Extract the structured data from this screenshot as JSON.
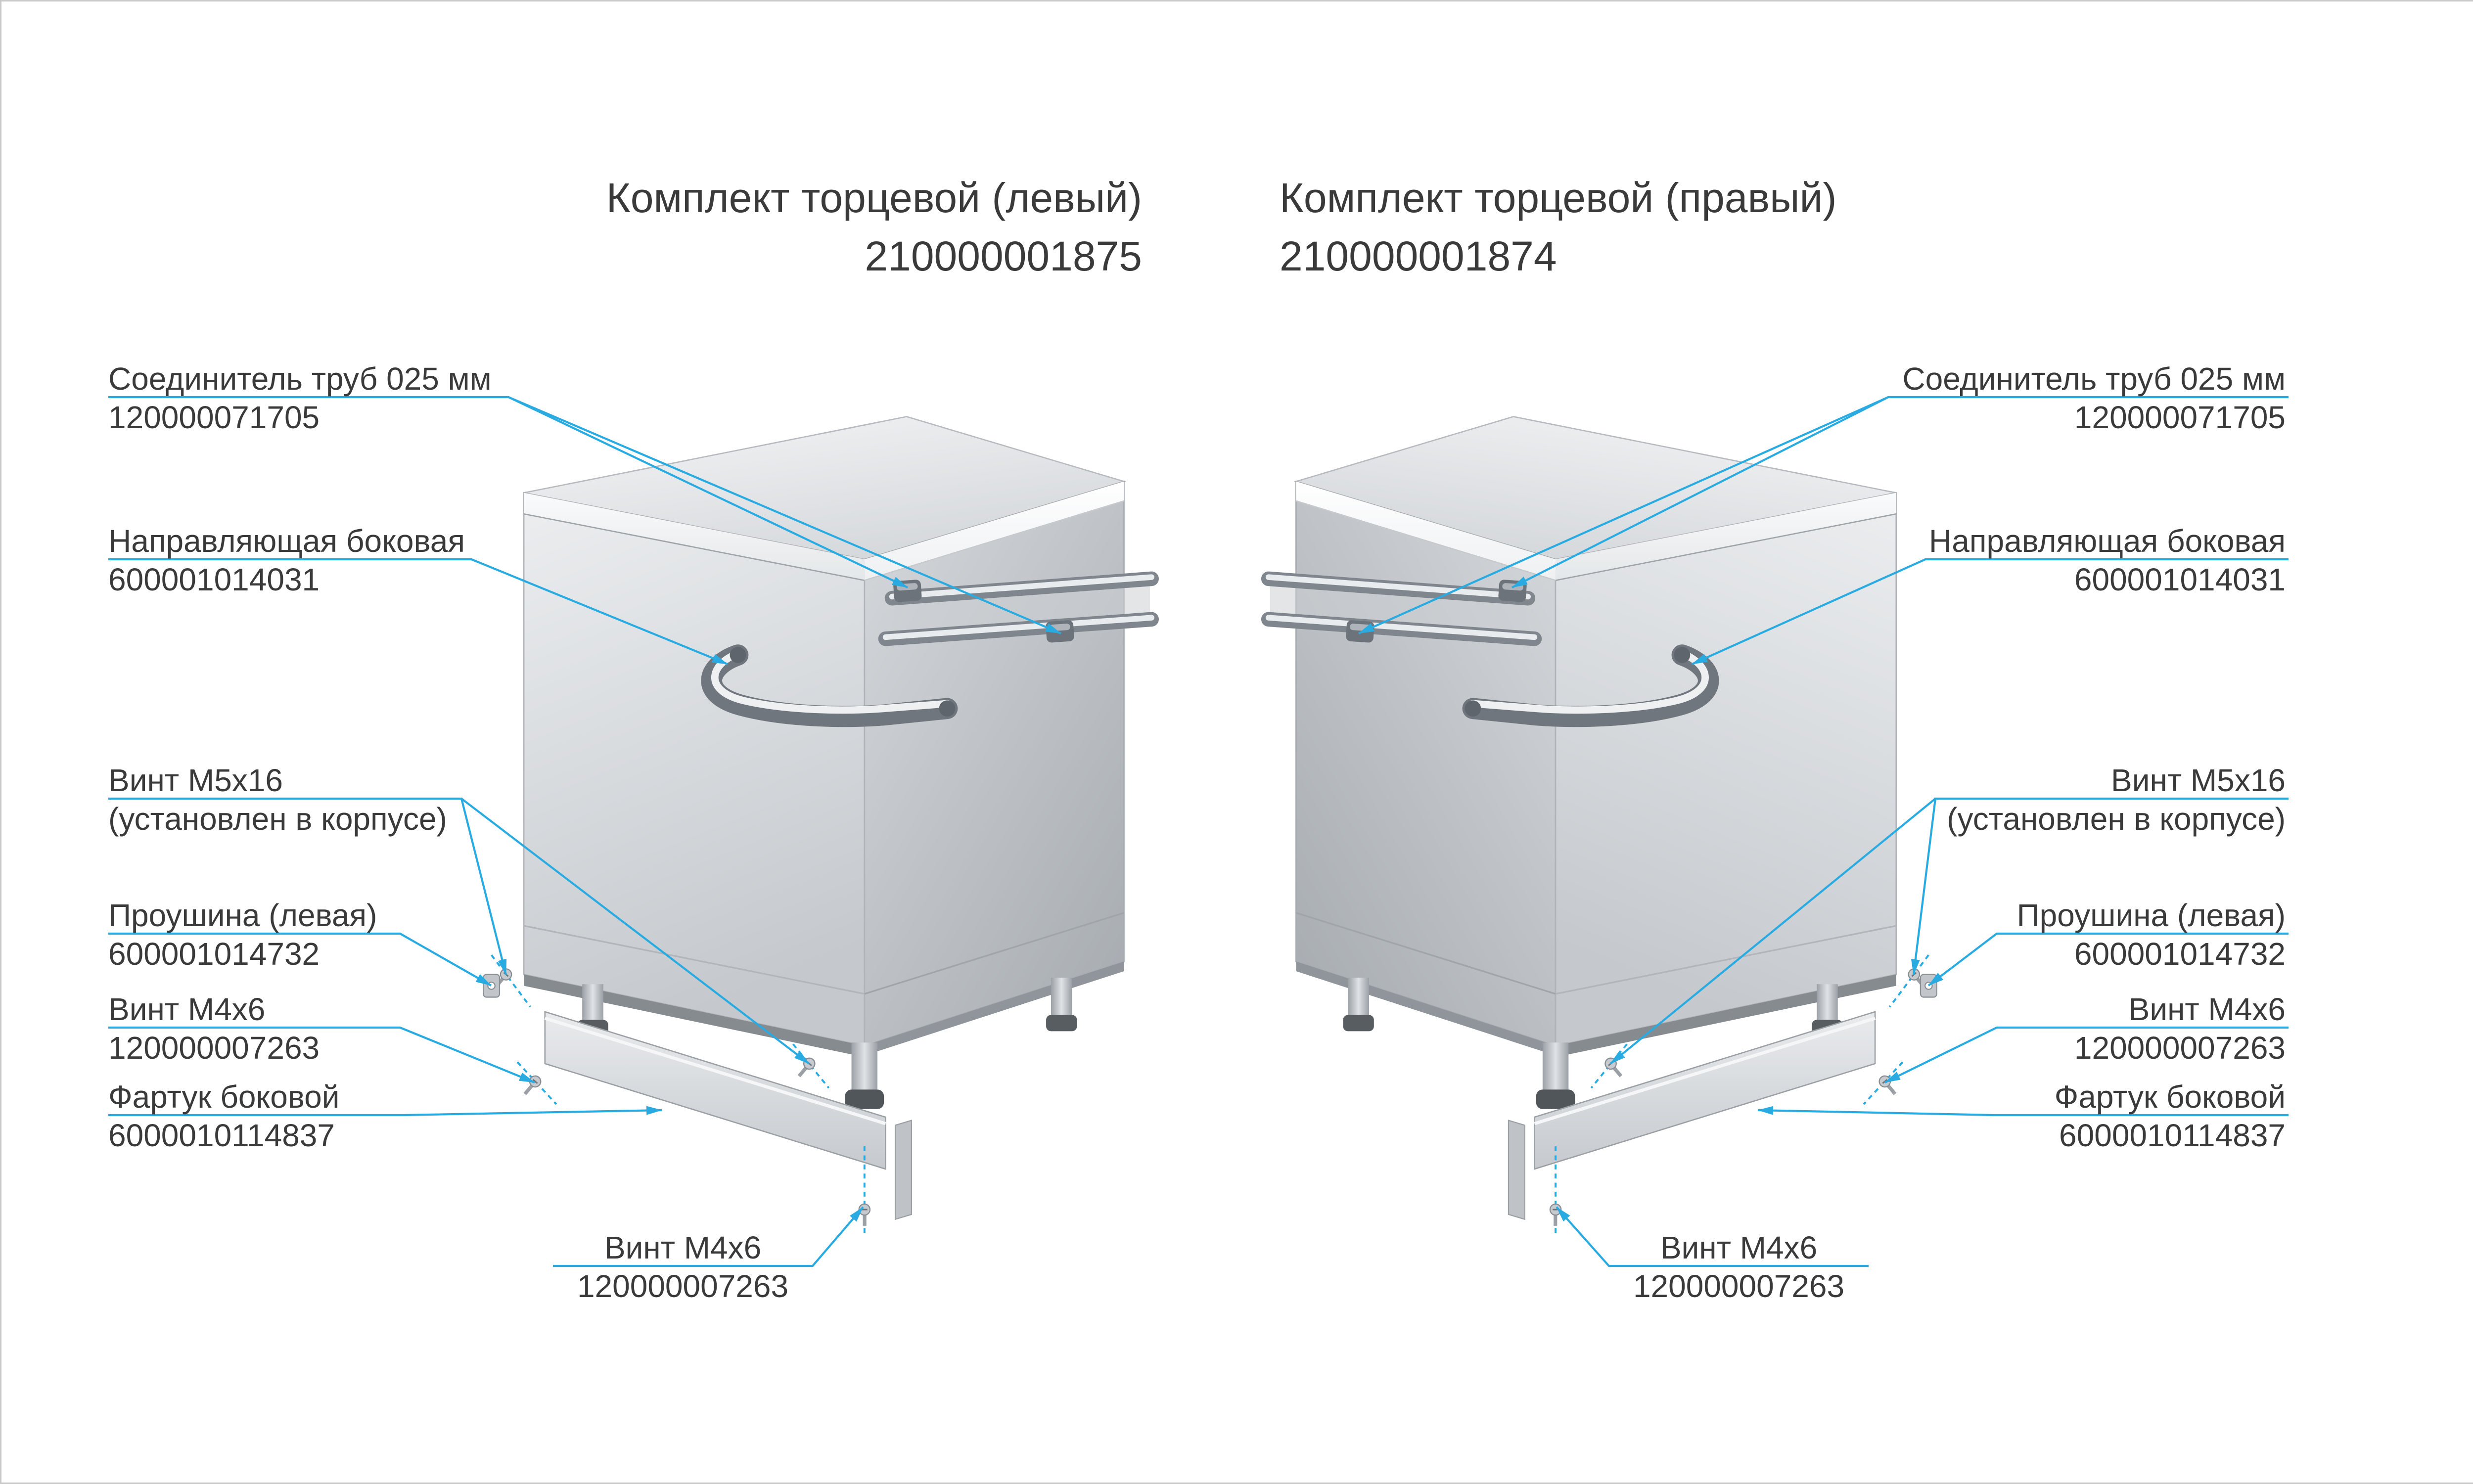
{
  "colors": {
    "accent": "#29ABE2",
    "text": "#3A3A3A",
    "background": "#FFFFFF",
    "border": "#C9C9C9"
  },
  "kits": {
    "left": {
      "title": "Комплект торцевой (левый)",
      "part_number": "210000001875"
    },
    "right": {
      "title": "Комплект торцевой (правый)",
      "part_number": "210000001874"
    }
  },
  "callouts": {
    "left": {
      "pipe_connector": {
        "label": "Соединитель труб 025 мм",
        "number": "120000071705"
      },
      "side_guide": {
        "label": "Направляющая боковая",
        "number": "600001014031"
      },
      "screw_m5": {
        "label": "Винт М5х16",
        "number": "(установлен в корпусе)"
      },
      "eyelet": {
        "label": "Проушина (левая)",
        "number": "600001014732"
      },
      "screw_m4": {
        "label": "Винт М4х6",
        "number": "120000007263"
      },
      "side_apron": {
        "label": "Фартук боковой",
        "number": "6000010114837"
      },
      "screw_m4_bottom": {
        "label": "Винт М4х6",
        "number": "120000007263"
      }
    },
    "right": {
      "pipe_connector": {
        "label": "Соединитель труб 025 мм",
        "number": "120000071705"
      },
      "side_guide": {
        "label": "Направляющая боковая",
        "number": "600001014031"
      },
      "screw_m5": {
        "label": "Винт М5х16",
        "number": "(установлен в корпусе)"
      },
      "eyelet": {
        "label": "Проушина (левая)",
        "number": "600001014732"
      },
      "screw_m4": {
        "label": "Винт М4х6",
        "number": "120000007263"
      },
      "side_apron": {
        "label": "Фартук боковой",
        "number": "6000010114837"
      },
      "screw_m4_bottom": {
        "label": "Винт М4х6",
        "number": "120000007263"
      }
    }
  }
}
